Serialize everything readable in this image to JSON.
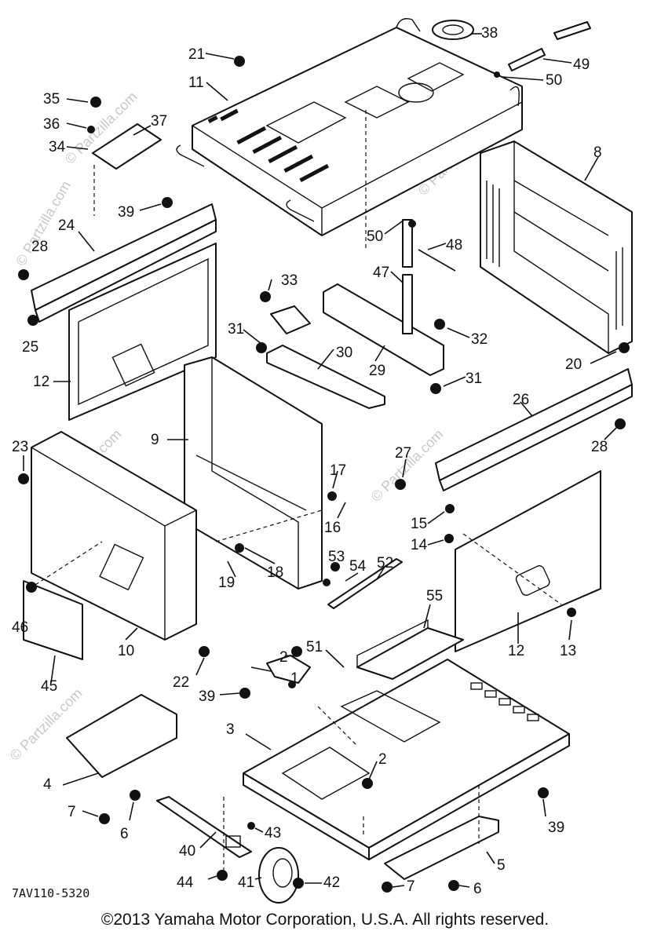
{
  "diagram": {
    "reference_code": "7AV110-5320",
    "copyright": "©2013 Yamaha Motor Corporation, U.S.A. All rights reserved.",
    "watermark": "© Partzilla.com",
    "callouts": [
      "1",
      "2",
      "2",
      "3",
      "4",
      "5",
      "6",
      "6",
      "7",
      "7",
      "8",
      "9",
      "10",
      "11",
      "12",
      "12",
      "13",
      "14",
      "15",
      "16",
      "17",
      "18",
      "19",
      "20",
      "21",
      "22",
      "23",
      "24",
      "25",
      "26",
      "27",
      "28",
      "28",
      "29",
      "30",
      "31",
      "31",
      "32",
      "33",
      "34",
      "35",
      "36",
      "37",
      "38",
      "39",
      "39",
      "39",
      "40",
      "41",
      "42",
      "43",
      "44",
      "45",
      "46",
      "47",
      "48",
      "49",
      "50",
      "50",
      "51",
      "52",
      "53",
      "54",
      "55"
    ]
  }
}
